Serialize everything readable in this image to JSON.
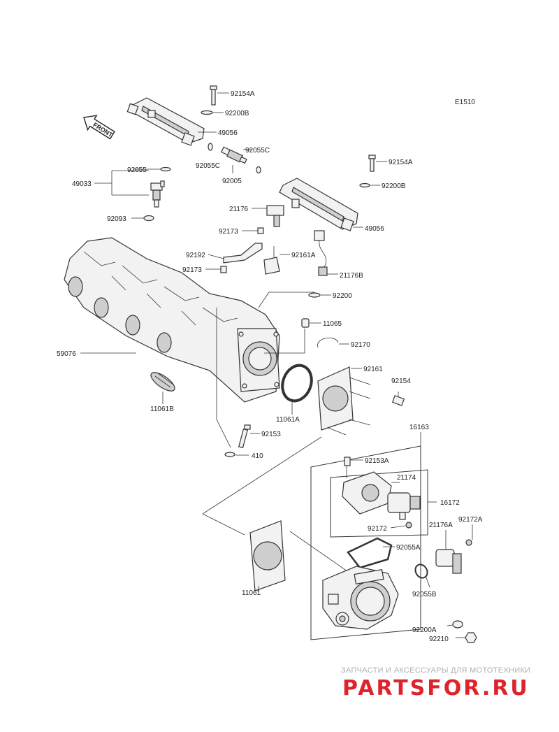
{
  "diagram_code": "E1510",
  "front_label": "FRONT",
  "labels": [
    {
      "id": "92154A-top",
      "text": "92154A"
    },
    {
      "id": "92200B-top",
      "text": "92200B"
    },
    {
      "id": "49056-top",
      "text": "49056"
    },
    {
      "id": "92055C-a",
      "text": "92055C"
    },
    {
      "id": "92055C-b",
      "text": "92055C"
    },
    {
      "id": "92005",
      "text": "92005"
    },
    {
      "id": "92055",
      "text": "92055"
    },
    {
      "id": "49033",
      "text": "49033"
    },
    {
      "id": "92093",
      "text": "92093"
    },
    {
      "id": "92154A-right",
      "text": "92154A"
    },
    {
      "id": "92200B-right",
      "text": "92200B"
    },
    {
      "id": "49056-right",
      "text": "49056"
    },
    {
      "id": "21176",
      "text": "21176"
    },
    {
      "id": "92173-a",
      "text": "92173"
    },
    {
      "id": "92192",
      "text": "92192"
    },
    {
      "id": "92161A",
      "text": "92161A"
    },
    {
      "id": "92173-b",
      "text": "92173"
    },
    {
      "id": "21176B",
      "text": "21176B"
    },
    {
      "id": "92200",
      "text": "92200"
    },
    {
      "id": "11065",
      "text": "11065"
    },
    {
      "id": "92170",
      "text": "92170"
    },
    {
      "id": "59076",
      "text": "59076"
    },
    {
      "id": "92161",
      "text": "92161"
    },
    {
      "id": "92154",
      "text": "92154"
    },
    {
      "id": "11061B",
      "text": "11061B"
    },
    {
      "id": "11061A",
      "text": "11061A"
    },
    {
      "id": "16163",
      "text": "16163"
    },
    {
      "id": "92153",
      "text": "92153"
    },
    {
      "id": "410",
      "text": "410"
    },
    {
      "id": "92153A",
      "text": "92153A"
    },
    {
      "id": "21174",
      "text": "21174"
    },
    {
      "id": "16172",
      "text": "16172"
    },
    {
      "id": "92172",
      "text": "92172"
    },
    {
      "id": "92172A",
      "text": "92172A"
    },
    {
      "id": "21176A",
      "text": "21176A"
    },
    {
      "id": "92055A",
      "text": "92055A"
    },
    {
      "id": "92055B",
      "text": "92055B"
    },
    {
      "id": "11061",
      "text": "11061"
    },
    {
      "id": "92200A",
      "text": "92200A"
    },
    {
      "id": "92210",
      "text": "92210"
    }
  ],
  "watermark": {
    "tagline": "ЗАПЧАСТИ И АКСЕССУАРЫ ДЛЯ МОТОТЕХНИКИ",
    "brand": "PARTSFOR.RU",
    "color": "#e0222b",
    "tagline_color": "#b0b0b0"
  },
  "colors": {
    "line": "#333333",
    "text": "#222222",
    "background": "#ffffff"
  }
}
